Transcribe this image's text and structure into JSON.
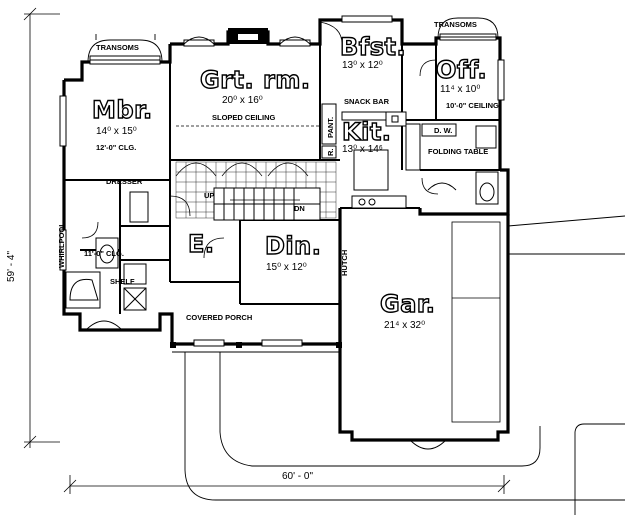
{
  "rooms": {
    "great_room": {
      "name": "Grt. rm.",
      "size": "20⁰ x 16⁰",
      "note": "SLOPED CEILING"
    },
    "master": {
      "name": "Mbr.",
      "size": "14⁰ x 15⁰",
      "note": "12'-0\" CLG."
    },
    "breakfast": {
      "name": "Bfst.",
      "size": "13⁰ x 12⁰"
    },
    "office": {
      "name": "Off.",
      "size": "11⁴ x 10⁰",
      "note": "10'-0\" CEILING"
    },
    "kitchen": {
      "name": "Kit.",
      "size": "13⁰ x 14⁶"
    },
    "dining": {
      "name": "Din.",
      "size": "15⁰ x 12⁰"
    },
    "entry": {
      "name": "E."
    },
    "garage": {
      "name": "Gar.",
      "size": "21⁴ x 32⁰"
    }
  },
  "labels": {
    "transoms_left": "TRANSOMS",
    "transoms_right": "TRANSOMS",
    "snack_bar": "SNACK BAR",
    "pantry": "PANT.",
    "r": "R.",
    "dw": "D. W.",
    "folding_table": "FOLDING TABLE",
    "dresser": "DRESSER",
    "whirlpool": "WHIRLPOOL",
    "bath_ceiling": "11'-0\" CLG.",
    "shelf": "SHELF",
    "up": "UP",
    "dn": "DN",
    "hutch": "HUTCH",
    "covered_porch": "COVERED PORCH"
  },
  "dimensions": {
    "depth": "59' - 4\"",
    "width": "60' - 0\""
  }
}
